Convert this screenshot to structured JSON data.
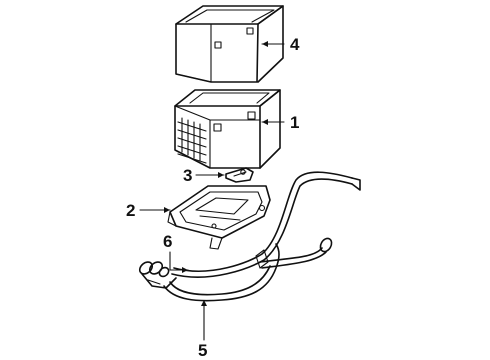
{
  "callouts": {
    "c1": {
      "label": "1"
    },
    "c2": {
      "label": "2"
    },
    "c3": {
      "label": "3"
    },
    "c4": {
      "label": "4"
    },
    "c5": {
      "label": "5"
    },
    "c6": {
      "label": "6"
    }
  },
  "colors": {
    "line": "#111111",
    "background": "#ffffff"
  }
}
